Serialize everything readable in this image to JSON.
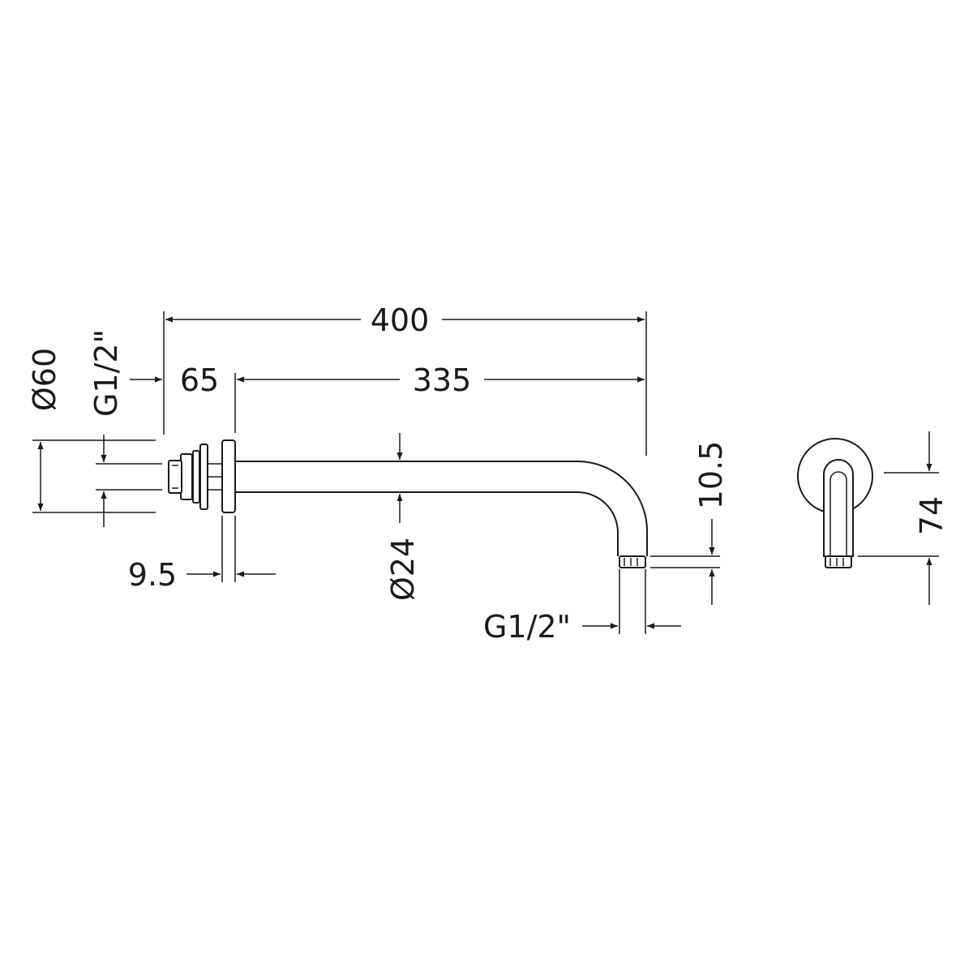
{
  "dimensions": {
    "overall_length": "400",
    "arm_length": "335",
    "wall_depth": "65",
    "flange_thickness": "9.5",
    "flange_diameter": "Ø60",
    "inlet_thread": "G1/2\"",
    "pipe_diameter": "Ø24",
    "outlet_thread": "G1/2\"",
    "outlet_height": "10.5",
    "drop_height": "74"
  },
  "colors": {
    "line": "#1a1a1a",
    "background": "#ffffff"
  }
}
